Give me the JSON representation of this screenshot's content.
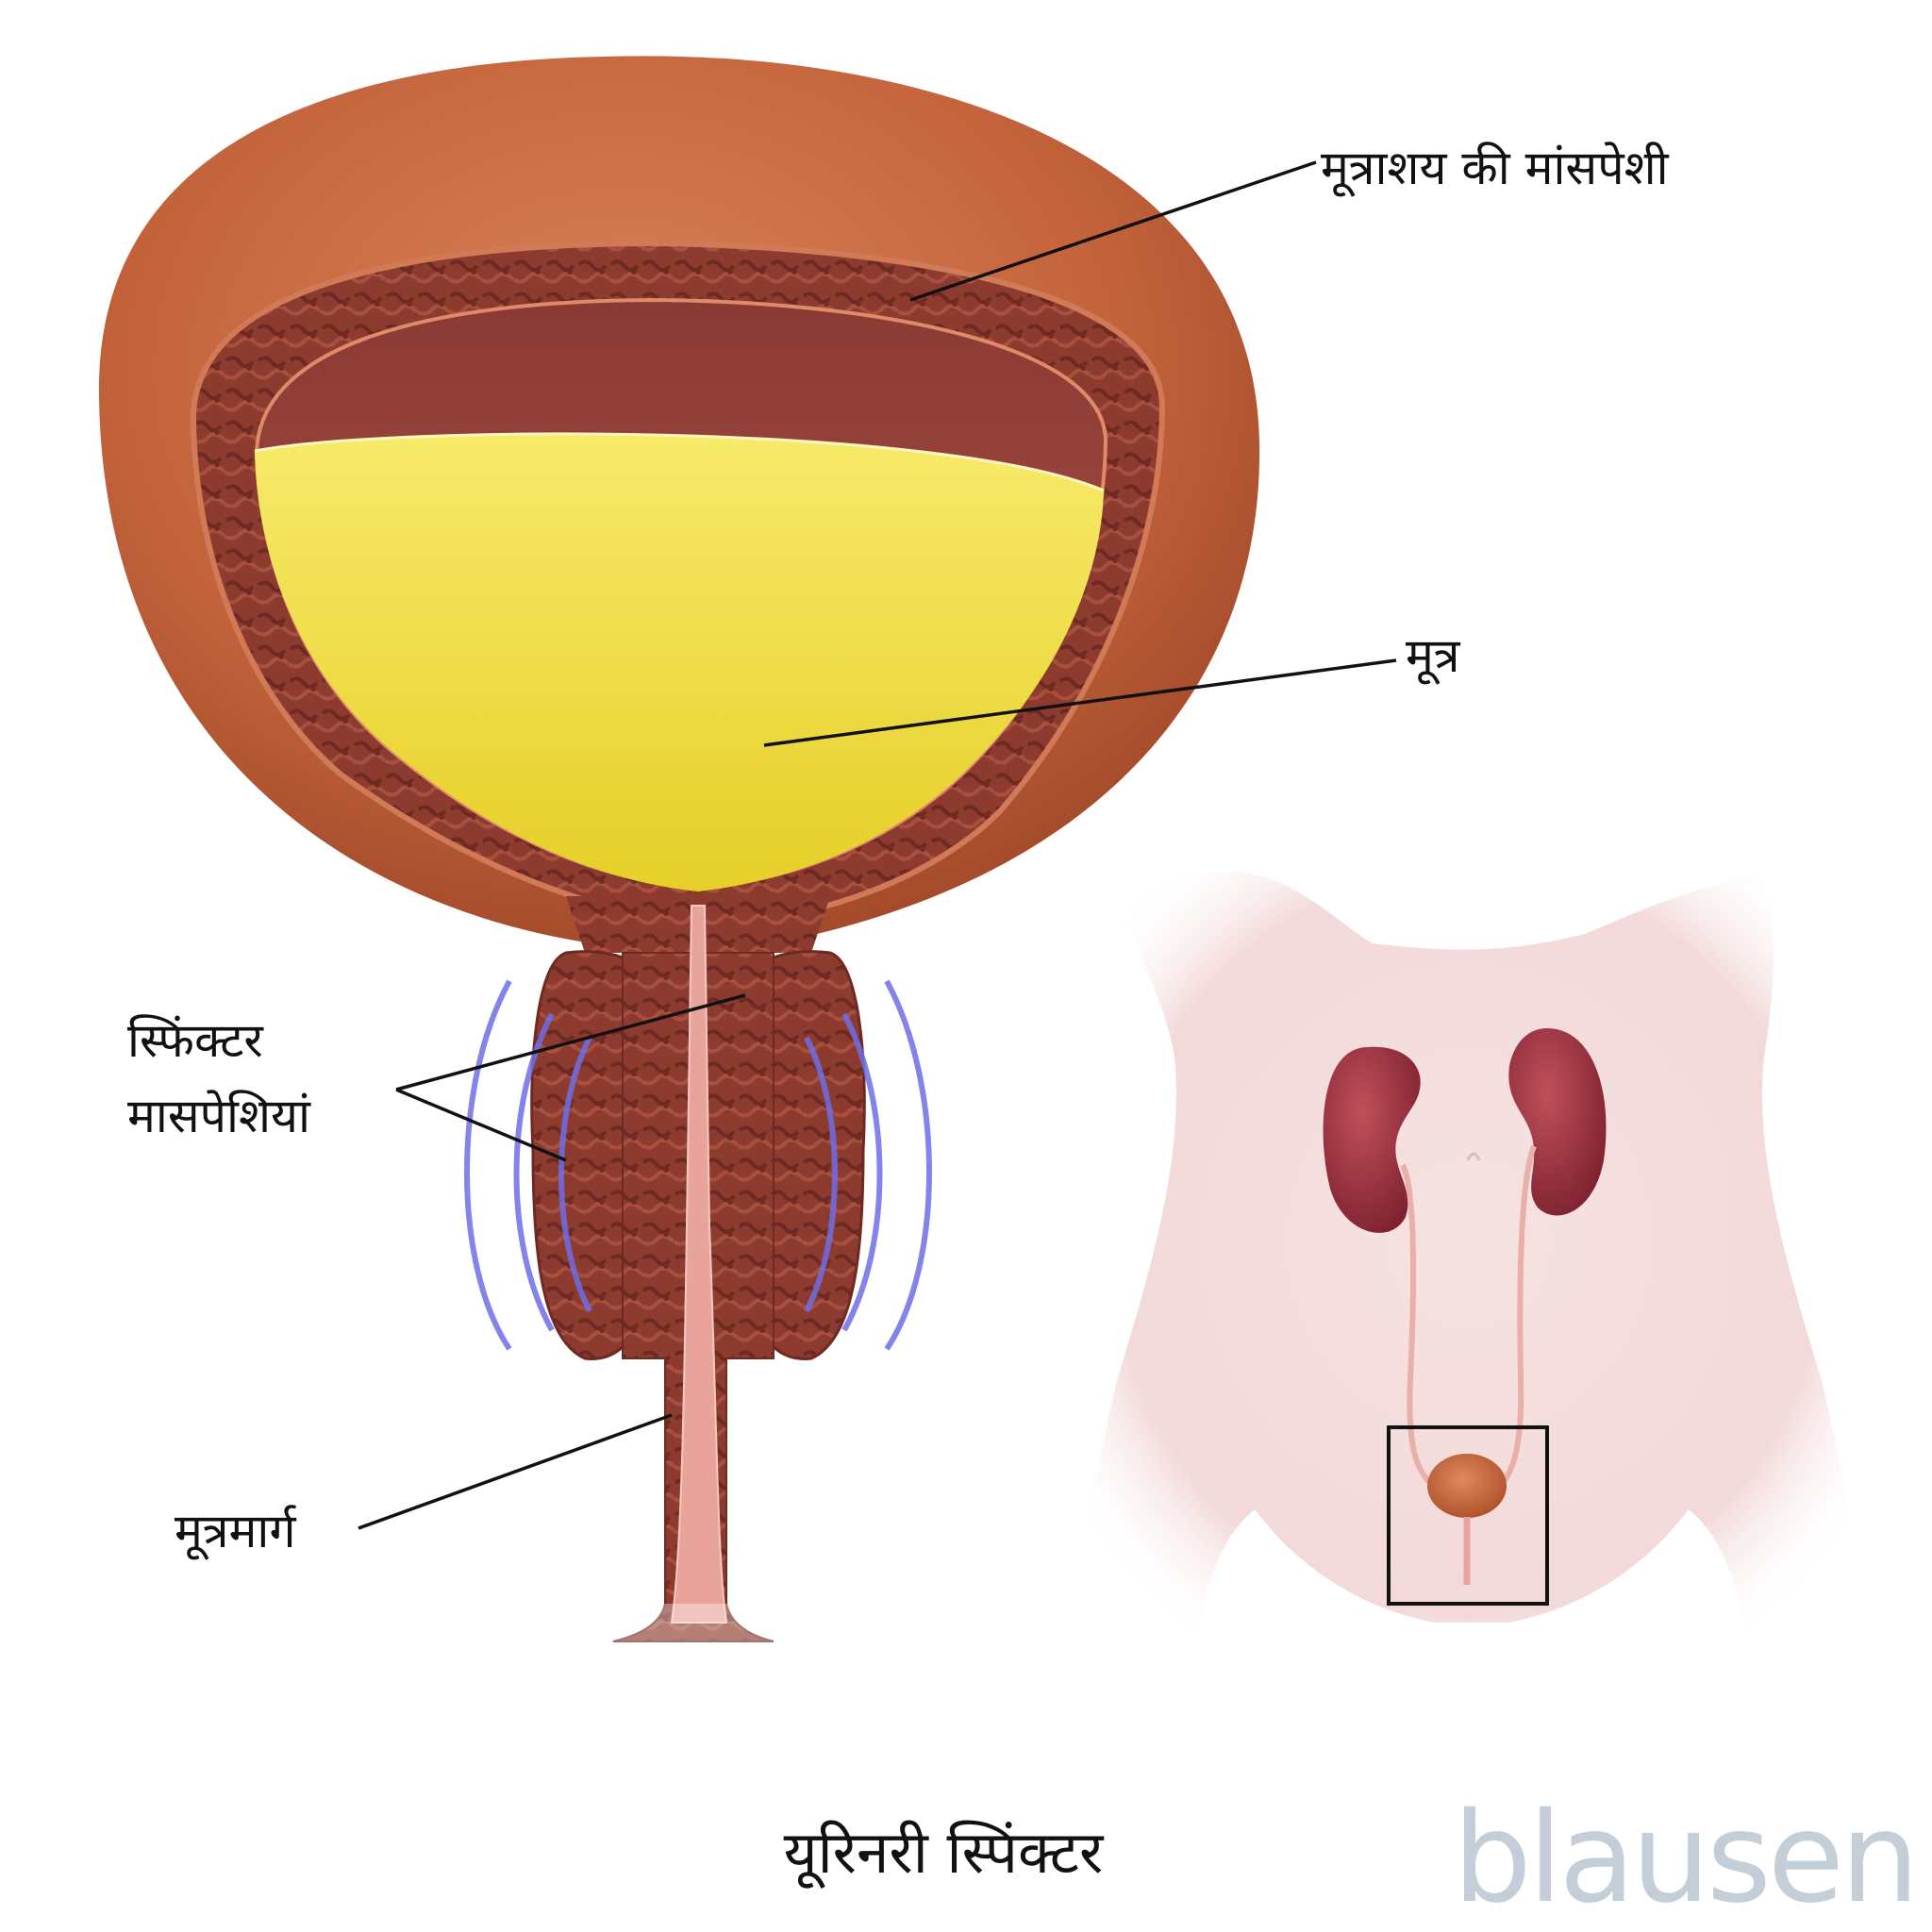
{
  "labels": {
    "bladder_muscle": "मूत्राशय की मांसपेशी",
    "urine": "मूत्र",
    "sphincter_line1": "स्फिंक्टर",
    "sphincter_line2": "मासपेशियां",
    "urethra": "मूत्रमार्ग"
  },
  "caption": "यूरिनरी स्पिंक्टर",
  "logo": "blausen",
  "colors": {
    "bladder_outer": "#c8683f",
    "bladder_wall": "#8c3a2e",
    "bladder_inner": "#a04a3e",
    "urine": "#f0dc3a",
    "urethra_lining": "#e8a49a",
    "sphincter_waves": "#6e6ee8",
    "body_skin": "#f3dcdc",
    "kidney": "#9a2e3a",
    "logo": "#c3ced9"
  }
}
